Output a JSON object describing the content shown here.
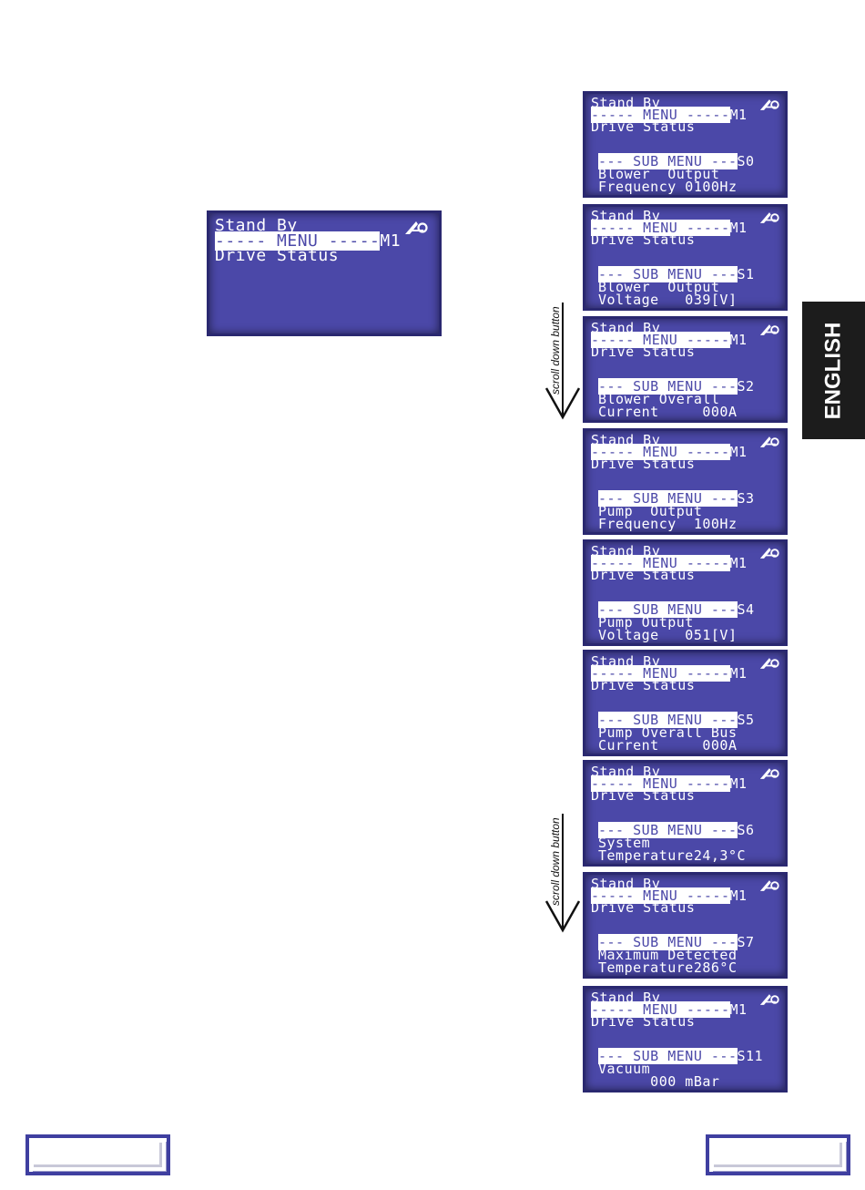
{
  "large_screen": {
    "status": "Stand By",
    "menu_line": "----- MENU -----",
    "menu_code": "M1",
    "menu_title": "Drive Status"
  },
  "screens": [
    {
      "status": "Stand By",
      "menu_line": "----- MENU -----",
      "menu_code": "M1",
      "menu_title": "Drive Status",
      "sub_line": "--- SUB MENU ---",
      "sub_code": "S0",
      "line1": "Blower  Output",
      "line2": "Frequency 0100Hz"
    },
    {
      "status": "Stand By",
      "menu_line": "----- MENU -----",
      "menu_code": "M1",
      "menu_title": "Drive Status",
      "sub_line": "--- SUB MENU ---",
      "sub_code": "S1",
      "line1": "Blower  Output",
      "line2": "Voltage   039[V]"
    },
    {
      "status": "Stand By",
      "menu_line": "----- MENU -----",
      "menu_code": "M1",
      "menu_title": "Drive Status",
      "sub_line": "--- SUB MENU ---",
      "sub_code": "S2",
      "line1": "Blower Overall",
      "line2": "Current     000A"
    },
    {
      "status": "Stand By",
      "menu_line": "----- MENU -----",
      "menu_code": "M1",
      "menu_title": "Drive Status",
      "sub_line": "--- SUB MENU ---",
      "sub_code": "S3",
      "line1": "Pump  Output",
      "line2": "Frequency  100Hz"
    },
    {
      "status": "Stand By",
      "menu_line": "----- MENU -----",
      "menu_code": "M1",
      "menu_title": "Drive Status",
      "sub_line": "--- SUB MENU ---",
      "sub_code": "S4",
      "line1": "Pump Output",
      "line2": "Voltage   051[V]"
    },
    {
      "status": "Stand By",
      "menu_line": "----- MENU -----",
      "menu_code": "M1",
      "menu_title": "Drive Status",
      "sub_line": "--- SUB MENU ---",
      "sub_code": "S5",
      "line1": "Pump Overall Bus",
      "line2": "Current     000A"
    },
    {
      "status": "Stand By",
      "menu_line": "----- MENU -----",
      "menu_code": "M1",
      "menu_title": "Drive Status",
      "sub_line": "--- SUB MENU ---",
      "sub_code": "S6",
      "line1": "System",
      "line2": "Temperature24,3°C"
    },
    {
      "status": "Stand By",
      "menu_line": "----- MENU -----",
      "menu_code": "M1",
      "menu_title": "Drive Status",
      "sub_line": "--- SUB MENU ---",
      "sub_code": "S7",
      "line1": "Maximum Detected",
      "line2": "Temperature286°C"
    },
    {
      "status": "Stand By",
      "menu_line": "----- MENU -----",
      "menu_code": "M1",
      "menu_title": "Drive Status",
      "sub_line": "--- SUB MENU ---",
      "sub_code": "S11",
      "line1": "Vacuum",
      "line2": "      000 mBar"
    }
  ],
  "scroll_label": "scroll down button",
  "language_tab": "ENGLISH",
  "logo_icon": "company-logo-icon",
  "colors": {
    "lcd_background": "#4b48a8",
    "lcd_text": "#ffffff",
    "tab_background": "#1c1c1c",
    "nav_border": "#3f3fa0"
  }
}
